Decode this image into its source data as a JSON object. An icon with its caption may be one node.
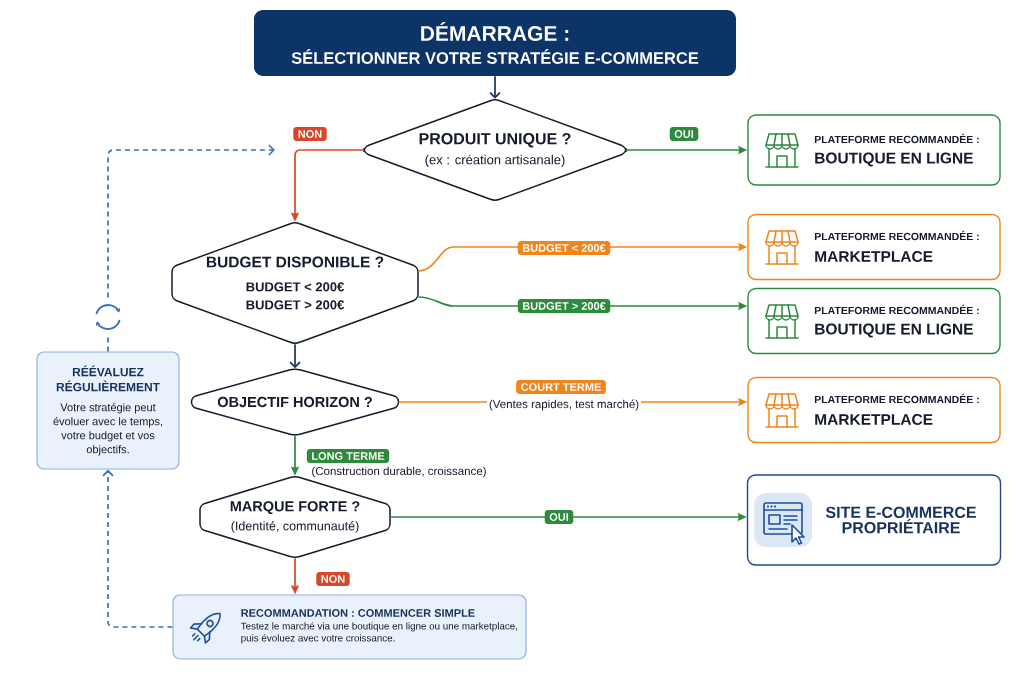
{
  "diagram": {
    "nodes": [
      {
        "text": [
          "DÉMARRAGE :",
          "SÉLECTIONNER VOTRE STRATÉGIE E-COMMERCE"
        ]
      },
      {
        "text": [
          "PRODUIT UNIQUE ?",
          "(ex : création artisanale)"
        ]
      },
      {
        "text": [
          "PLATEFORME RECOMMANDÉE :",
          "BOUTIQUE EN LIGNE"
        ]
      },
      {
        "text": [
          "BUDGET DISPONIBLE ?",
          "BUDGET < 200€",
          "BUDGET > 200€"
        ]
      },
      {
        "text": [
          "PLATEFORME RECOMMANDÉE :",
          "MARKETPLACE"
        ]
      },
      {
        "text": [
          "PLATEFORME RECOMMANDÉE :",
          "BOUTIQUE EN LIGNE"
        ]
      },
      {
        "text": [
          "OBJECTIF HORIZON ?"
        ]
      },
      {
        "text": [
          "PLATEFORME RECOMMANDÉE :",
          "MARKETPLACE"
        ]
      },
      {
        "text": [
          "MARQUE FORTE ?",
          "(Identité, communauté)"
        ]
      },
      {
        "text": [
          "SITE E-COMMERCE PROPRIÉTAIRE"
        ]
      },
      {
        "text": [
          "RECOMMANDATION : COMMENCER SIMPLE",
          "Testez le marché via une boutique en ligne ou une marketplace, puis évoluez avec votre croissance."
        ]
      },
      {
        "text": [
          "RÉÉVALUEZ RÉGULIÈREMENT",
          "Votre stratégie peut évoluer avec le temps, votre budget et vos objectifs."
        ]
      }
    ],
    "edges": [
      {
        "from": 0,
        "to": 1,
        "arrow": "to",
        "color": "#16325c"
      },
      {
        "from": 1,
        "to": 3,
        "arrow": "to",
        "label": "NON",
        "color": "#d9472b"
      },
      {
        "from": 1,
        "to": 2,
        "arrow": "to",
        "label": "OUI"
      },
      {
        "from": 3,
        "to": 4,
        "arrow": "to",
        "label": "BUDGET < 200€",
        "color": "#f0851c"
      },
      {
        "from": 3,
        "to": 5,
        "arrow": "to",
        "label": "BUDGET > 200€"
      },
      {
        "from": 3,
        "to": 6,
        "arrow": "to",
        "color": "#16325c"
      },
      {
        "from": 6,
        "to": 7,
        "arrow": "to",
        "label": "COURT TERME",
        "color": "#f0851c"
      },
      {
        "from": 6,
        "to": 8,
        "arrow": "to",
        "label": "LONG TERME"
      },
      {
        "from": 8,
        "to": 9,
        "arrow": "to",
        "label": "OUI"
      },
      {
        "from": 8,
        "to": 10,
        "arrow": "to",
        "label": "NON",
        "color": "#d9472b"
      },
      {
        "from": 10,
        "to": 11,
        "arrow": "to",
        "style": "dashed",
        "color": "#3a70bf"
      },
      {
        "from": 11,
        "to": null,
        "arrow": "to",
        "style": "dashed",
        "color": "#3a70bf"
      }
    ],
    "labels": [
      "(Ventes rapides, test marché)",
      "(Construction durable, croissance)"
    ]
  }
}
